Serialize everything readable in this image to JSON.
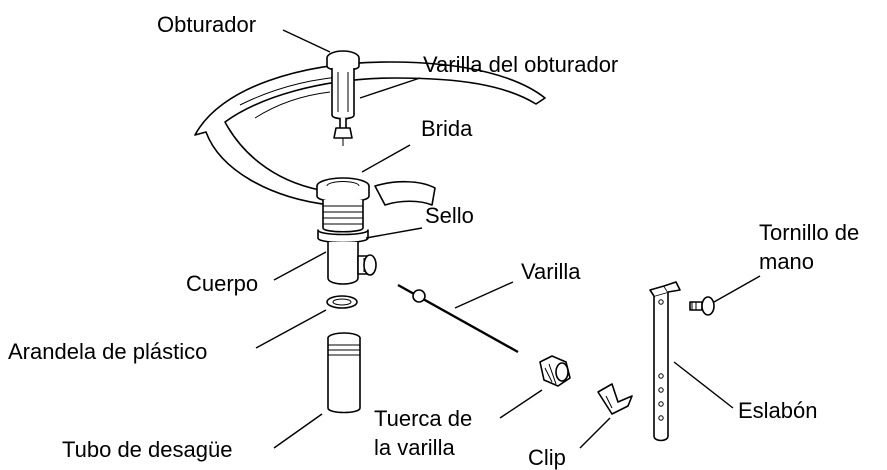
{
  "labels": {
    "stopper": "Obturador",
    "stopper_rod": "Varilla del obturador",
    "flange": "Brida",
    "seal": "Sello",
    "body": "Cuerpo",
    "plastic_washer": "Arandela de plástico",
    "tailpiece": "Tubo de desagüe",
    "rod": "Varilla",
    "rod_nut_line1": "Tuerca de",
    "rod_nut_line2": "la varilla",
    "clip": "Clip",
    "thumbscrew_line1": "Tornillo de",
    "thumbscrew_line2": "mano",
    "strap": "Eslabón"
  },
  "colors": {
    "line": "#000000",
    "background": "#ffffff"
  }
}
